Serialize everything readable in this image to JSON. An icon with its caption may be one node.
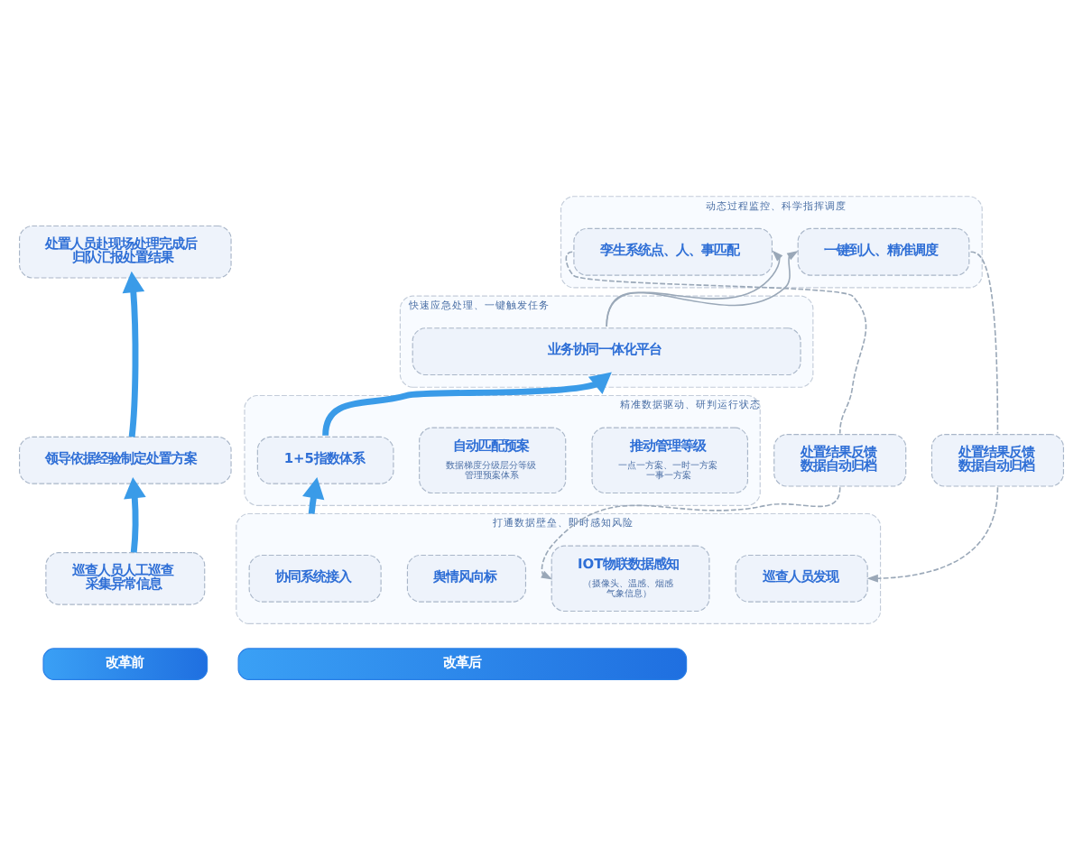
{
  "diagram": {
    "nodes": [
      {
        "text": [
          "处置人员赴现场处理完成后归队汇报处置结果"
        ]
      },
      {
        "text": [
          "领导依据经验制定处置方案"
        ]
      },
      {
        "text": [
          "巡查人员人工巡查采集异常信息"
        ]
      },
      {
        "text": [
          "改革前"
        ]
      },
      {
        "text": [
          "动态过程监控、科学指挥调度"
        ]
      },
      {
        "text": [
          "孪生系统点、人、事匹配"
        ],
        "in": 4
      },
      {
        "text": [
          "一键到人、精准调度"
        ],
        "in": 4
      },
      {
        "text": [
          "快速应急处理、一键触发任务"
        ]
      },
      {
        "text": [
          "业务协同一体化平台"
        ],
        "in": 7
      },
      {
        "text": [
          "处置结果反馈数据自动归档"
        ]
      },
      {
        "text": [
          "精准数据驱动、研判运行状态"
        ]
      },
      {
        "text": [
          "自动匹配预案",
          "数据梯度分级层分等级管理预案体系"
        ],
        "in": 10
      },
      {
        "text": [
          "1+5指数体系"
        ],
        "in": 10
      },
      {
        "text": [
          "推动管理等级",
          "一点一方案、一时一方案一事一方案"
        ],
        "in": 10
      },
      {
        "text": [
          "处置结果反馈数据自动归档"
        ]
      },
      {
        "text": [
          "打通数据壁垒、即时感知风险"
        ]
      },
      {
        "text": [
          "IOT物联数据感知",
          "（摄像头、温感、烟感气象信息）"
        ],
        "in": 15
      },
      {
        "text": [
          "协同系统接入"
        ],
        "in": 15
      },
      {
        "text": [
          "舆情风向标"
        ],
        "in": 15
      },
      {
        "text": [
          "巡查人员发现"
        ],
        "in": 15
      },
      {
        "text": [
          "改革后"
        ]
      }
    ],
    "edges": [
      {
        "from": 2,
        "to": 1,
        "arrow": "to",
        "style": "thick",
        "color": "#3a9be8"
      },
      {
        "from": 1,
        "to": 0,
        "arrow": "to",
        "style": "thick",
        "color": "#3a9be8"
      },
      {
        "from": 8,
        "to": 5,
        "arrow": "to"
      },
      {
        "from": 8,
        "to": 6,
        "arrow": "to"
      },
      {
        "from": 12,
        "to": 8,
        "arrow": "to",
        "style": "thick",
        "color": "#3a9be8"
      },
      {
        "from": 15,
        "to": 12,
        "arrow": "to",
        "style": "thick",
        "color": "#3a9be8"
      },
      {
        "from": 5,
        "to": 9,
        "arrow": "none",
        "style": "dashed"
      },
      {
        "from": 9,
        "to": 16,
        "arrow": "to",
        "style": "dashed"
      },
      {
        "from": 6,
        "to": 14,
        "arrow": "none",
        "style": "dashed"
      },
      {
        "from": 14,
        "to": 19,
        "arrow": "to",
        "style": "dashed"
      }
    ]
  }
}
